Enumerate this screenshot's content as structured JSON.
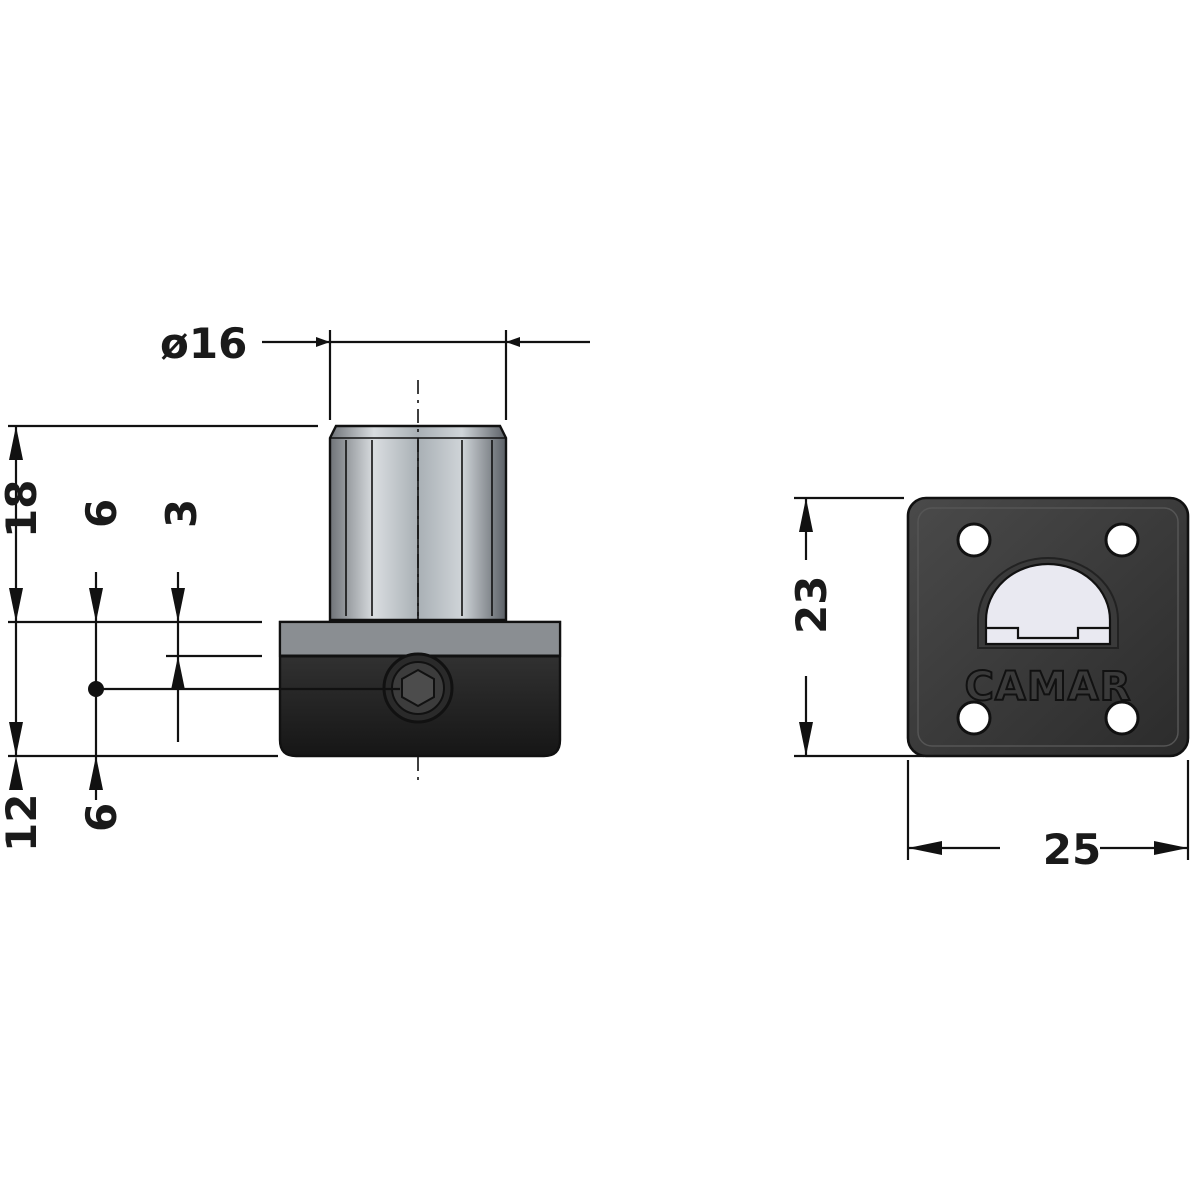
{
  "dimensions": {
    "diameter": "ø16",
    "height_top": "18",
    "height_bottom": "12",
    "left_upper_6": "6",
    "left_lower_6": "6",
    "offset_3": "3",
    "height_right": "23",
    "width_right": "25"
  },
  "brand": {
    "logo_text": "CAMAR"
  },
  "colors": {
    "line": "#111111",
    "body_dark": "#2a2a2a",
    "plate": "#3a3a3a",
    "cap_light": "#c9cdd2",
    "highlight": "#b8e4ec"
  }
}
